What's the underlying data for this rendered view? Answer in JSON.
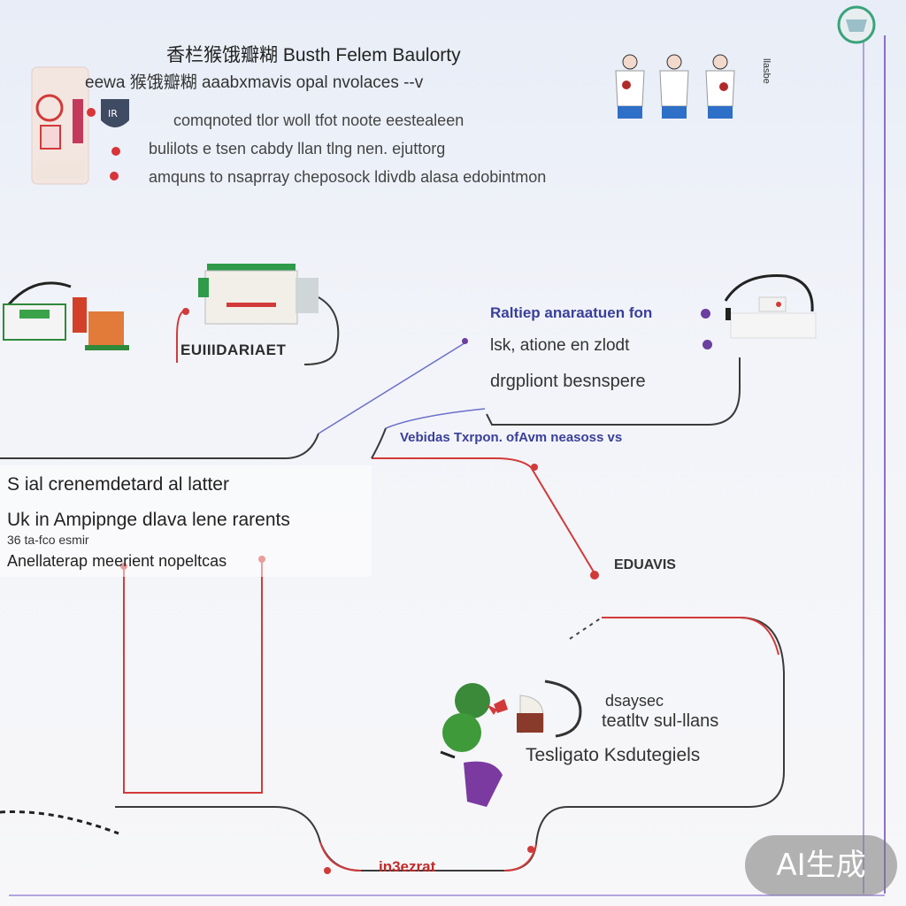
{
  "header": {
    "title": "香栏猴饿瓣糊 Busth Felem Baulorty",
    "line": "eewa 猴饿瓣糊 aaabxmavis opal nvolaces --v",
    "bullets": [
      "comqnoted tlor woll tfot noote eestealeen",
      "bulilots e tsen cabdy llan tlng nen. ejuttorg",
      "amquns to nsaprray cheposock ldivdb alasa edobintmon"
    ],
    "side_vertical": "llasbe"
  },
  "nodes": {
    "main_label": "EUIIIDARIAET",
    "right_lines": [
      "Raltiep anaraatuen fon",
      "lsk, atione en zlodt",
      "drgpliont besnspere"
    ],
    "mid_label": "Vebidas Txrpon. ofAvm neasoss vs",
    "left_lines": [
      "S ial crenemdetard al latter",
      "Uk in Ampipnge dlava lene rarents",
      "36 ta-fco esmir",
      "Anellaterap meerient nopeltcas"
    ],
    "node_label": "EDUAVIS",
    "bottom_lines": [
      "dsaysec",
      "teatltv sul-llans",
      "Tesligato Ksdutegiels"
    ],
    "bottom_label": "in3ezrat"
  },
  "badge": "AI生成",
  "colors": {
    "connector_red": "#d23a3a",
    "connector_dark": "#3a3a3a",
    "connector_purple": "#6b3fa0",
    "accent_blue": "#3a3f9a"
  },
  "icons": [
    "robot-illustration-icon",
    "shield-icon",
    "person-figure-icon",
    "machine-illustration-icon",
    "tray-illustration-icon",
    "lamp-illustration-icon",
    "character-illustration-icon"
  ]
}
